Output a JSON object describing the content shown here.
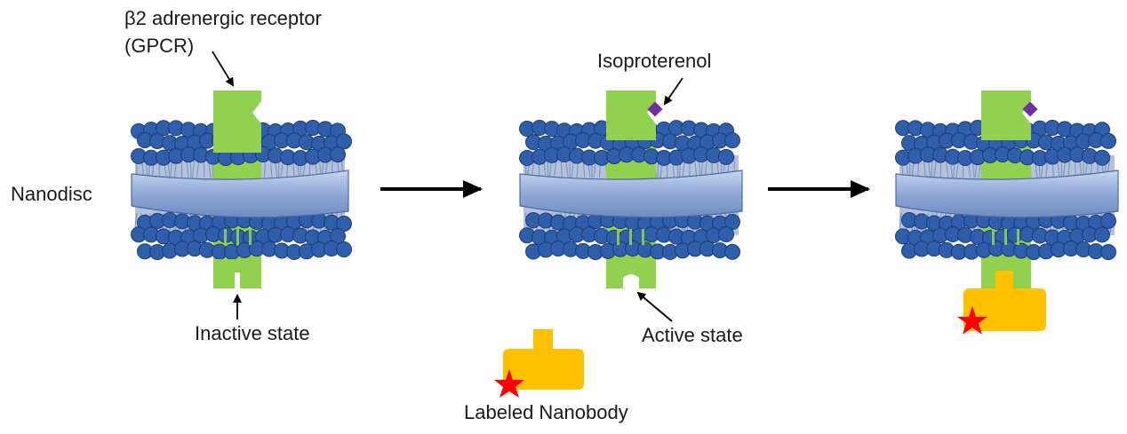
{
  "labels": {
    "receptor_line1": "β2 adrenergic receptor",
    "receptor_line2": "(GPCR)",
    "nanodisc": "Nanodisc",
    "inactive_state": "Inactive state",
    "isoproterenol": "Isoproterenol",
    "active_state": "Active state",
    "labeled_nanobody": "Labeled Nanobody"
  },
  "colors": {
    "lipid_head": "#2f5eaa",
    "lipid_head_stroke": "#1c3f7c",
    "lipid_tail": "#a9c0e2",
    "scaffold_belt": "#8fa8d6",
    "receptor": "#92d050",
    "ligand": "#7030a0",
    "nanobody": "#ffc000",
    "label_star": "#ff0000",
    "arrow": "#000000"
  },
  "panels": [
    {
      "state": "inactive",
      "ligand_bound": false,
      "nanobody_bound": false
    },
    {
      "state": "active",
      "ligand_bound": true,
      "nanobody_bound": false,
      "free_nanobody": true
    },
    {
      "state": "active",
      "ligand_bound": true,
      "nanobody_bound": true
    }
  ]
}
